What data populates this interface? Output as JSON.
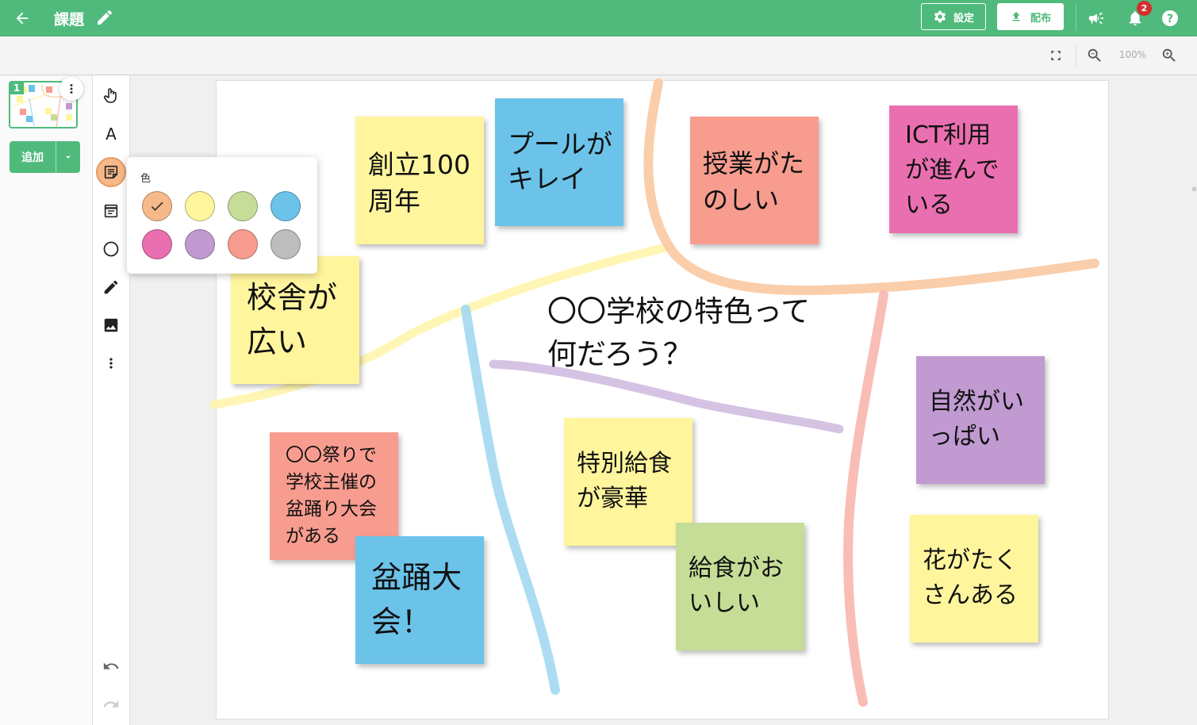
{
  "header": {
    "title": "課題",
    "settings_label": "設定",
    "publish_label": "配布",
    "notification_count": "2"
  },
  "subbar": {
    "zoom": "100%"
  },
  "pages": {
    "thumb_number": "1",
    "add_label": "追加"
  },
  "palette": {
    "label": "色",
    "selected": "orange",
    "colors": [
      "#f7b98a",
      "#fff59d",
      "#c5dd96",
      "#6cc3ea",
      "#ea6fb0",
      "#c09ad0",
      "#f79c8f",
      "#bdbdbd"
    ]
  },
  "board": {
    "center_text": "〇〇学校の特色って\n何だろう？",
    "notes": [
      {
        "text": "創立100\n周年",
        "color": "#fff59d"
      },
      {
        "text": "プールが\nキレイ",
        "color": "#6cc3ea"
      },
      {
        "text": "授業がた\nのしい",
        "color": "#f79c8f"
      },
      {
        "text": "ICT利用\nが進んで\nいる",
        "color": "#ea6fb0"
      },
      {
        "text": "校舎が\n広い",
        "color": "#fff59d"
      },
      {
        "text": "〇〇祭りで\n学校主催の\n盆踊り大会\nがある",
        "color": "#f79c8f"
      },
      {
        "text": "盆踊大\n会！",
        "color": "#6cc3ea"
      },
      {
        "text": "特別給食\nが豪華",
        "color": "#fff59d"
      },
      {
        "text": "給食がお\nいしい",
        "color": "#c5dd96"
      },
      {
        "text": "自然がい\nっぱい",
        "color": "#c09ad0"
      },
      {
        "text": "花がたく\nさんある",
        "color": "#fff59d"
      }
    ],
    "stroke_colors": {
      "orange": "#f9c9a2",
      "yellow": "#fff4a8",
      "blue": "#a7daf1",
      "purple": "#d4bfe0",
      "pink": "#f8b6ae"
    }
  }
}
